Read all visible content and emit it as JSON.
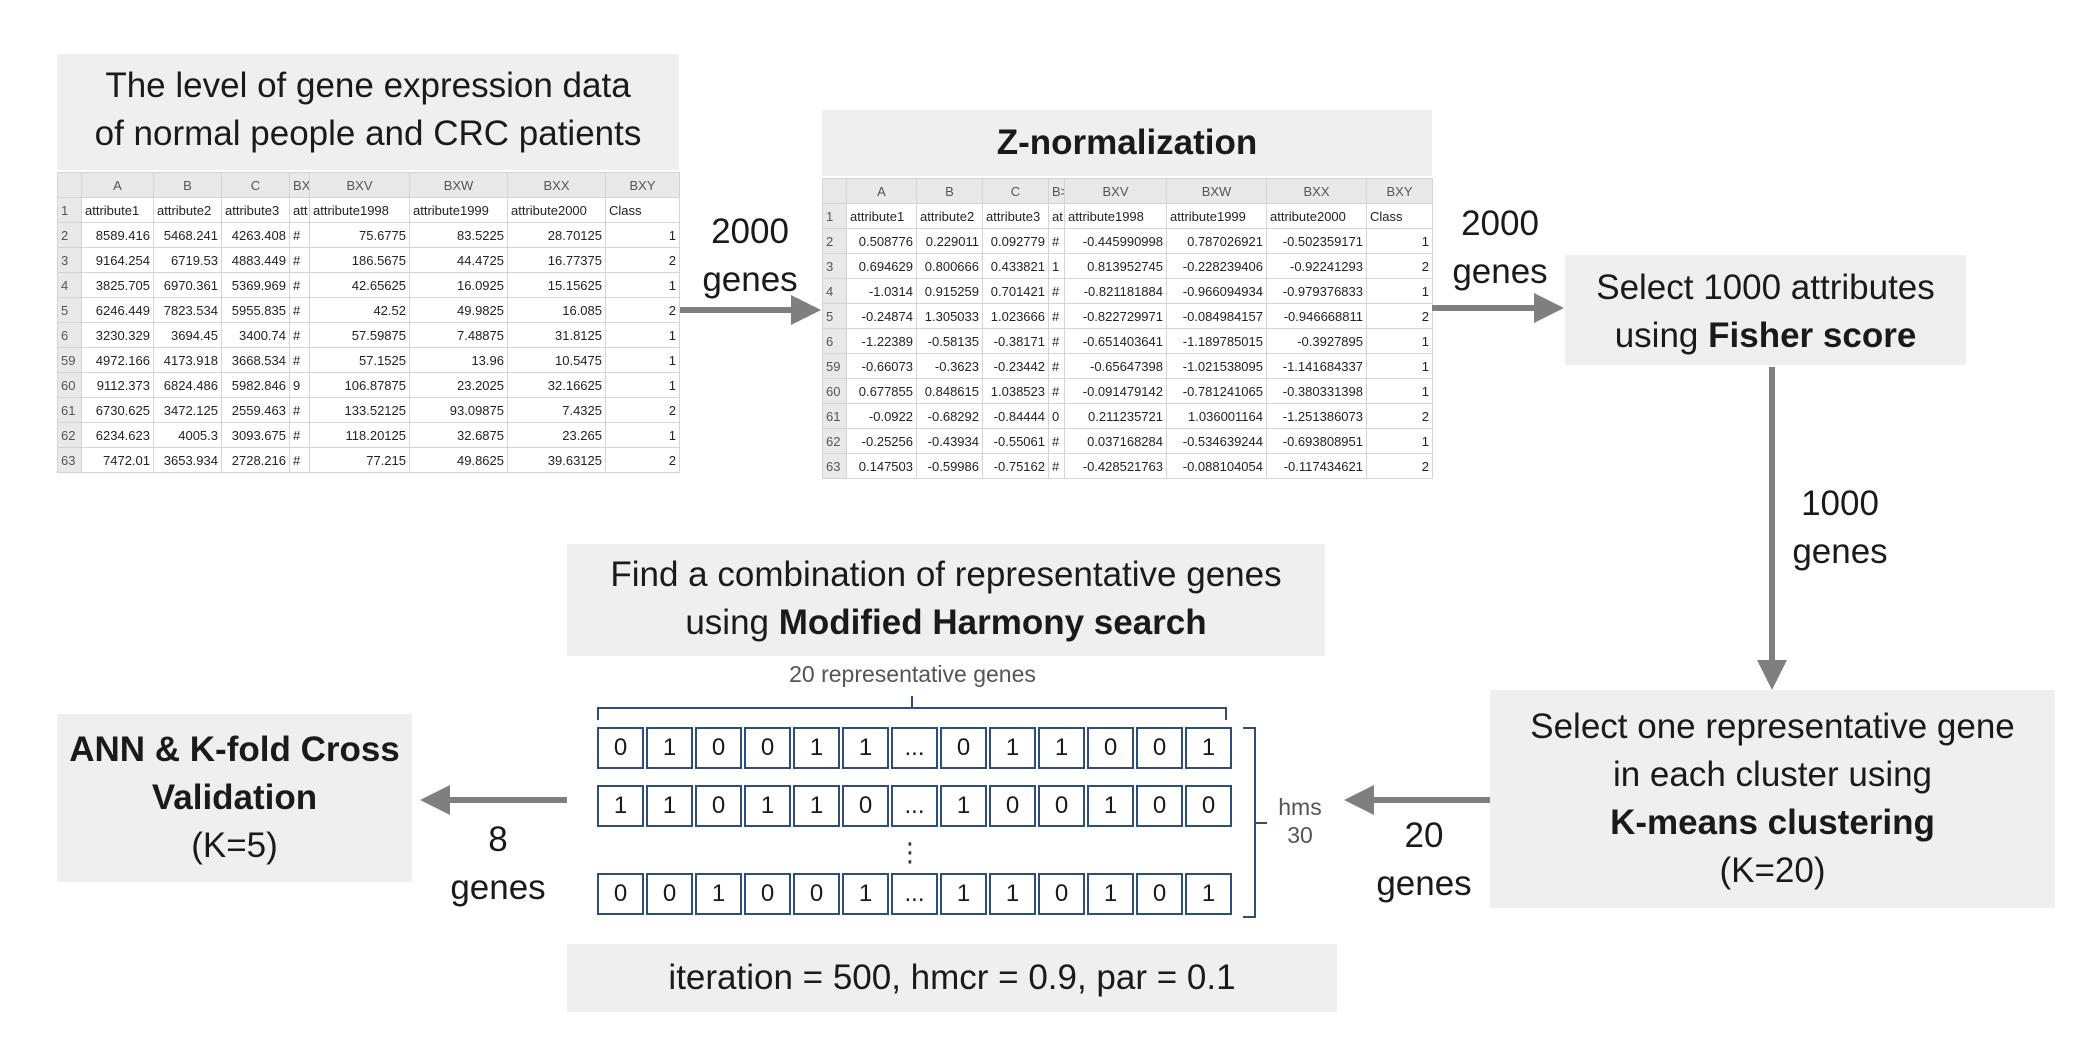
{
  "input_box": {
    "line1": "The level of gene expression data",
    "line2": "of normal people and CRC patients"
  },
  "input_table": {
    "col_letters": [
      "",
      "A",
      "B",
      "C",
      "BXI",
      "BXV",
      "BXW",
      "BXX",
      "BXY"
    ],
    "header_row": [
      "1",
      "attribute1",
      "attribute2",
      "attribute3",
      "att",
      "attribute1998",
      "attribute1999",
      "attribute2000",
      "Class"
    ],
    "rows": [
      [
        "2",
        "8589.416",
        "5468.241",
        "4263.408",
        "#",
        "75.6775",
        "83.5225",
        "28.70125",
        "1"
      ],
      [
        "3",
        "9164.254",
        "6719.53",
        "4883.449",
        "#",
        "186.5675",
        "44.4725",
        "16.77375",
        "2"
      ],
      [
        "4",
        "3825.705",
        "6970.361",
        "5369.969",
        "#",
        "42.65625",
        "16.0925",
        "15.15625",
        "1"
      ],
      [
        "5",
        "6246.449",
        "7823.534",
        "5955.835",
        "#",
        "42.52",
        "49.9825",
        "16.085",
        "2"
      ],
      [
        "6",
        "3230.329",
        "3694.45",
        "3400.74",
        "#",
        "57.59875",
        "7.48875",
        "31.8125",
        "1"
      ],
      [
        "59",
        "4972.166",
        "4173.918",
        "3668.534",
        "#",
        "57.1525",
        "13.96",
        "10.5475",
        "1"
      ],
      [
        "60",
        "9112.373",
        "6824.486",
        "5982.846",
        "9",
        "106.87875",
        "23.2025",
        "32.16625",
        "1"
      ],
      [
        "61",
        "6730.625",
        "3472.125",
        "2559.463",
        "#",
        "133.52125",
        "93.09875",
        "7.4325",
        "2"
      ],
      [
        "62",
        "6234.623",
        "4005.3",
        "3093.675",
        "#",
        "118.20125",
        "32.6875",
        "23.265",
        "1"
      ],
      [
        "63",
        "7472.01",
        "3653.934",
        "2728.216",
        "#",
        "77.215",
        "49.8625",
        "39.63125",
        "2"
      ]
    ]
  },
  "znorm_box": {
    "title": "Z-normalization"
  },
  "znorm_table": {
    "col_letters": [
      "",
      "A",
      "B",
      "C",
      "B>",
      "BXV",
      "BXW",
      "BXX",
      "BXY"
    ],
    "header_row": [
      "1",
      "attribute1",
      "attribute2",
      "attribute3",
      "at",
      "attribute1998",
      "attribute1999",
      "attribute2000",
      "Class"
    ],
    "rows": [
      [
        "2",
        "0.508776",
        "0.229011",
        "0.092779",
        "#",
        "-0.445990998",
        "0.787026921",
        "-0.502359171",
        "1"
      ],
      [
        "3",
        "0.694629",
        "0.800666",
        "0.433821",
        "1",
        "0.813952745",
        "-0.228239406",
        "-0.92241293",
        "2"
      ],
      [
        "4",
        "-1.0314",
        "0.915259",
        "0.701421",
        "#",
        "-0.821181884",
        "-0.966094934",
        "-0.979376833",
        "1"
      ],
      [
        "5",
        "-0.24874",
        "1.305033",
        "1.023666",
        "#",
        "-0.822729971",
        "-0.084984157",
        "-0.946668811",
        "2"
      ],
      [
        "6",
        "-1.22389",
        "-0.58135",
        "-0.38171",
        "#",
        "-0.651403641",
        "-1.189785015",
        "-0.3927895",
        "1"
      ],
      [
        "59",
        "-0.66073",
        "-0.3623",
        "-0.23442",
        "#",
        "-0.65647398",
        "-1.021538095",
        "-1.141684337",
        "1"
      ],
      [
        "60",
        "0.677855",
        "0.848615",
        "1.038523",
        "#",
        "-0.091479142",
        "-0.781241065",
        "-0.380331398",
        "1"
      ],
      [
        "61",
        "-0.0922",
        "-0.68292",
        "-0.84444",
        "0",
        "0.211235721",
        "1.036001164",
        "-1.251386073",
        "2"
      ],
      [
        "62",
        "-0.25256",
        "-0.43934",
        "-0.55061",
        "#",
        "0.037168284",
        "-0.534639244",
        "-0.693808951",
        "1"
      ],
      [
        "63",
        "0.147503",
        "-0.59986",
        "-0.75162",
        "#",
        "-0.428521763",
        "-0.088104054",
        "-0.117434621",
        "2"
      ]
    ]
  },
  "label_2000_a": {
    "num": "2000",
    "unit": "genes"
  },
  "label_2000_b": {
    "num": "2000",
    "unit": "genes"
  },
  "label_1000": {
    "num": "1000",
    "unit": "genes"
  },
  "label_20": {
    "num": "20",
    "unit": "genes"
  },
  "label_8": {
    "num": "8",
    "unit": "genes"
  },
  "fisher_box": {
    "line1": "Select 1000 attributes",
    "line2_pre": "using ",
    "line2_bold": "Fisher score"
  },
  "kmeans_box": {
    "line1": "Select one representative gene",
    "line2": "in each cluster using",
    "line3_bold": "K-means clustering",
    "line4": "(K=20)"
  },
  "harmony_box": {
    "line1": "Find a combination of representative genes",
    "line2_pre": "using ",
    "line2_bold": "Modified Harmony search"
  },
  "harmony_memory": {
    "brace_label": "20 representative genes",
    "rows": [
      [
        "0",
        "1",
        "0",
        "0",
        "1",
        "1",
        "...",
        "0",
        "1",
        "1",
        "0",
        "0",
        "1"
      ],
      [
        "1",
        "1",
        "0",
        "1",
        "1",
        "0",
        "...",
        "1",
        "0",
        "0",
        "1",
        "0",
        "0"
      ],
      [
        "0",
        "0",
        "1",
        "0",
        "0",
        "1",
        "...",
        "1",
        "1",
        "0",
        "1",
        "0",
        "1"
      ]
    ],
    "vdots": "⋮",
    "hms_label": "hms",
    "hms_value": "30"
  },
  "params_box": {
    "text": "iteration = 500,  hmcr = 0.9, par = 0.1"
  },
  "ann_box": {
    "line1": "ANN & K-fold Cross",
    "line2": "Validation",
    "line3": "(K=5)"
  },
  "colors": {
    "box_bg": "#efefef",
    "arrow": "#7f7f7f",
    "cell_border": "#2f4d7a"
  }
}
